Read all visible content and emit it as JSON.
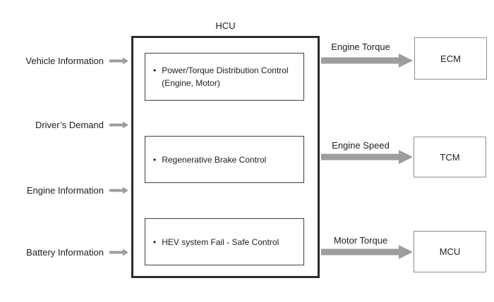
{
  "diagram": {
    "title": "HCU",
    "bullet": "•",
    "inputs": [
      {
        "label": "Vehicle Information"
      },
      {
        "label": "Driver’s Demand"
      },
      {
        "label": "Engine Information"
      },
      {
        "label": "Battery Information"
      }
    ],
    "hcu_functions": [
      {
        "line1": "Power/Torque Distribution Control",
        "line2": "(Engine, Motor)"
      },
      {
        "line1": "Regenerative Brake Control"
      },
      {
        "line1": "HEV system Fail - Safe Control"
      }
    ],
    "outputs": [
      {
        "signal": "Engine Torque",
        "target": "ECM"
      },
      {
        "signal": "Engine Speed",
        "target": "TCM"
      },
      {
        "signal": "Motor Torque",
        "target": "MCU"
      }
    ],
    "colors": {
      "arrow": "#9d9d9d",
      "hcu_border": "#2b2b2b",
      "function_box_border": "#3f3f3f",
      "target_box_border": "#8f8f8f",
      "text": "#1d1d1d",
      "background": "#ffffff"
    }
  }
}
